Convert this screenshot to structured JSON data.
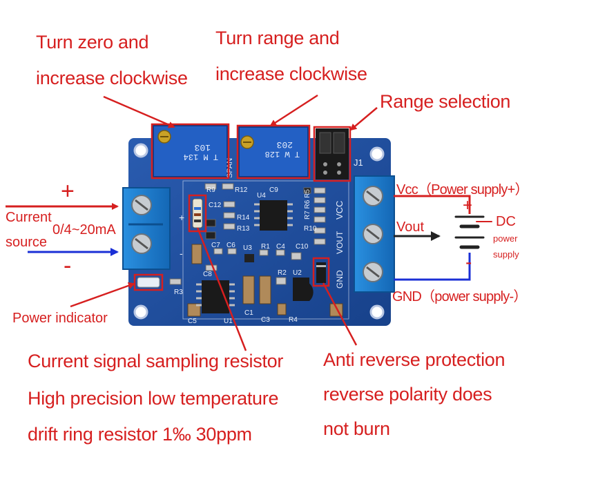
{
  "labels": {
    "turn_zero_1": "Turn zero and",
    "turn_zero_2": "increase clockwise",
    "turn_range_1": "Turn range and",
    "turn_range_2": "increase clockwise",
    "range_selection": "Range selection",
    "plus": "+",
    "minus": "-",
    "current_1": "Current",
    "current_2": "source",
    "current_range": "0/4~20mA",
    "power_indicator": "Power indicator",
    "vcc": "Vcc（Power supply+）",
    "vout": "Vout",
    "gnd": "GND（power supply-）",
    "dc": "DC",
    "dc_power": "power",
    "dc_supply": "supply",
    "dc_plus": "+",
    "dc_minus": "-",
    "resistor_1": "Current signal sampling resistor",
    "resistor_2": "High precision low temperature",
    "resistor_3": "drift ring resistor 1‰ 30ppm",
    "anti_1": "Anti reverse protection",
    "anti_2": "reverse polarity does",
    "anti_3": "not burn"
  },
  "board": {
    "pot1_code": "103",
    "pot1_marks": "T  M  134",
    "pot2_code": "203",
    "pot2_marks": "T  W  128",
    "span": "SPAN",
    "j1": "J1",
    "vcc": "VCC",
    "vout": "VOUT",
    "gnd": "GND",
    "r9": "R9",
    "r12": "R12",
    "c9": "C9",
    "u4": "U4",
    "c12": "C12",
    "r14": "R14",
    "r13": "R13",
    "r10": "R10",
    "c10": "C10",
    "c7": "C7",
    "c6": "C6",
    "u3": "U3",
    "r1": "R1",
    "c4": "C4",
    "c8": "C8",
    "r2": "R2",
    "u2": "U2",
    "r3": "R3",
    "c5": "C5",
    "u1": "U1",
    "c1": "C1",
    "c3": "C3",
    "r4": "R4",
    "r5r6r7": "R7 R6 R5",
    "term_plus": "+",
    "term_minus": "-"
  },
  "colors": {
    "annotation": "#d61f1f",
    "pcb": "#1f4f9e",
    "terminal": "#1e7fd0",
    "arrow_blue": "#1a2fd6",
    "wire_dark": "#222222"
  }
}
